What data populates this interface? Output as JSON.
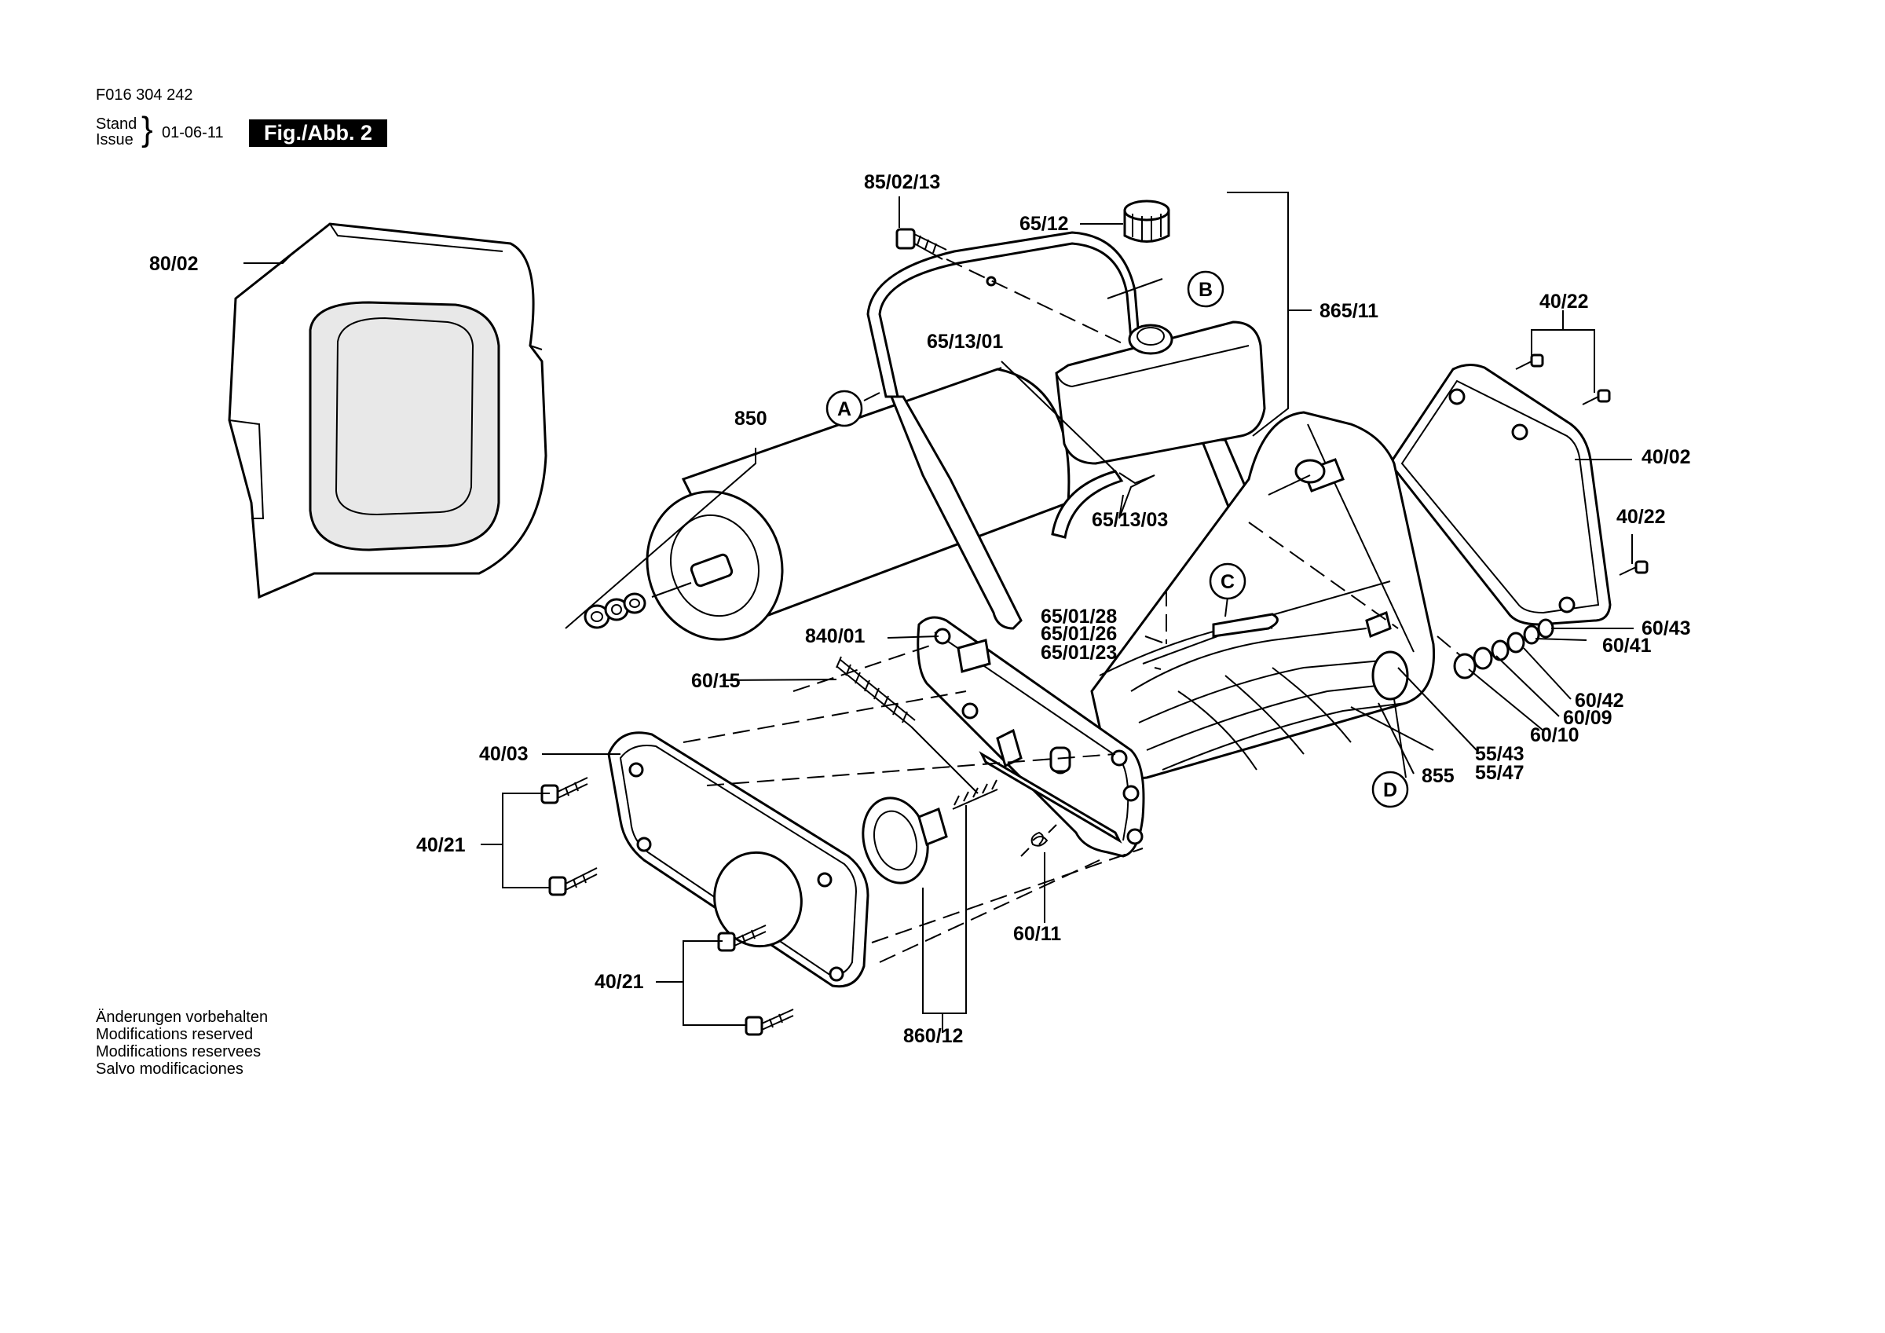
{
  "header": {
    "doc_number": "F016 304 242",
    "stand_label": "Stand",
    "issue_label": "Issue",
    "date": "01-06-11",
    "figure_label": "Fig./Abb. 2"
  },
  "callouts": {
    "c_85_02_13": "85/02/13",
    "c_65_12": "65/12",
    "c_865_11": "865/11",
    "c_80_02": "80/02",
    "c_65_13_01": "65/13/01",
    "c_850": "850",
    "c_40_22_top": "40/22",
    "c_40_02": "40/02",
    "c_40_22_right": "40/22",
    "c_65_13_03": "65/13/03",
    "c_65_01_28": "65/01/28",
    "c_65_01_26": "65/01/26",
    "c_65_01_23": "65/01/23",
    "c_840_01": "840/01",
    "c_60_15": "60/15",
    "c_60_43": "60/43",
    "c_60_41": "60/41",
    "c_60_42": "60/42",
    "c_60_09": "60/09",
    "c_60_10": "60/10",
    "c_55_43": "55/43",
    "c_55_47": "55/47",
    "c_855": "855",
    "c_40_03": "40/03",
    "c_40_21_left": "40/21",
    "c_40_21_bottom": "40/21",
    "c_60_11": "60/11",
    "c_860_12": "860/12"
  },
  "refs": {
    "A": "A",
    "B": "B",
    "C": "C",
    "D": "D"
  },
  "notes": {
    "de": "Änderungen vorbehalten",
    "en": "Modifications reserved",
    "fr": "Modifications reservees",
    "es": "Salvo modificaciones"
  }
}
